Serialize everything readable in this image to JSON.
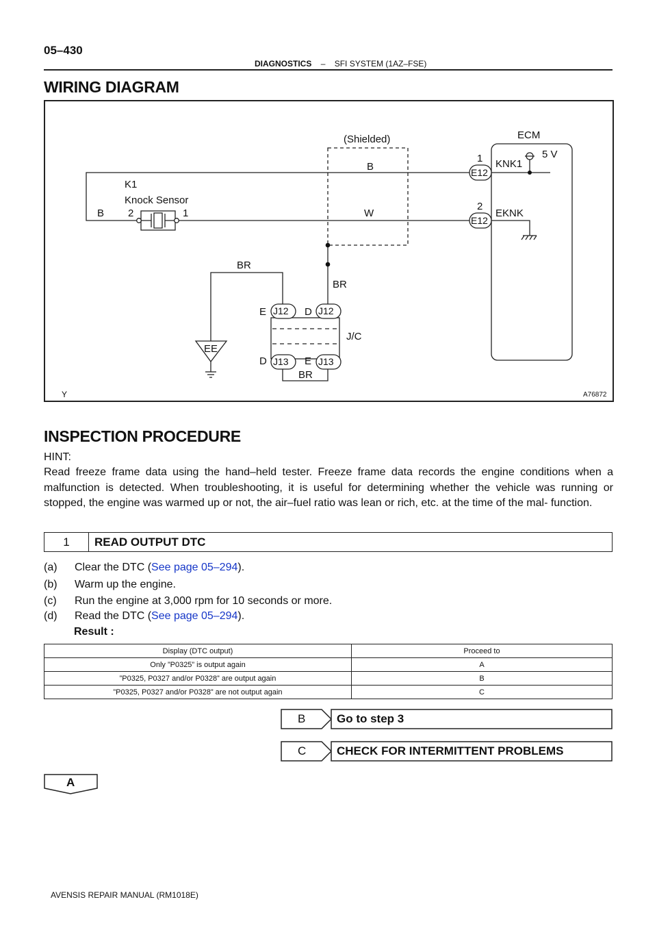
{
  "header": {
    "page_number": "05–430",
    "section": "DIAGNOSTICS",
    "dash": "–",
    "subsection": "SFI SYSTEM (1AZ–FSE)"
  },
  "wiring": {
    "heading": "WIRING DIAGRAM",
    "figure_id": "A76872",
    "corner_mark": "Y",
    "shield_label": "(Shielded)",
    "ecm_label": "ECM",
    "voltage_label": "5 V",
    "sensor_code": "K1",
    "sensor_name": "Knock Sensor",
    "sensor_pin_2": "2",
    "sensor_pin_1": "1",
    "wire_b_left": "B",
    "wire_b_top": "B",
    "wire_w": "W",
    "pin_knk1_num": "1",
    "pin_eknk_num": "2",
    "conn_e12_top": "E12",
    "conn_e12_bottom": "E12",
    "signal_knk1": "KNK1",
    "signal_eknk": "EKNK",
    "wire_br_left": "BR",
    "wire_br_right": "BR",
    "wire_br_bottom": "BR",
    "ground_label": "EE",
    "jc_label": "J/C",
    "jc_e_top": "E",
    "jc_d_top": "D",
    "jc_d_bottom": "D",
    "jc_e_bottom": "E",
    "conn_j12_left": "J12",
    "conn_j12_right": "J12",
    "conn_j13_left": "J13",
    "conn_j13_right": "J13"
  },
  "inspection": {
    "heading": "INSPECTION PROCEDURE",
    "hint_label": "HINT:",
    "hint_text": "Read freeze frame data using the hand–held tester. Freeze frame data records the engine conditions when a malfunction is detected. When troubleshooting, it is useful for determining whether the vehicle was running or stopped, the engine was warmed up or not, the air–fuel ratio was lean or rich, etc. at the time of the mal- function."
  },
  "step1": {
    "number": "1",
    "title": "READ OUTPUT DTC",
    "substeps": [
      {
        "label": "(a)",
        "before": "Clear the DTC (",
        "link": "See page 05–294",
        "after": ")."
      },
      {
        "label": "(b)",
        "before": "Warm up the engine.",
        "link": "",
        "after": ""
      },
      {
        "label": "(c)",
        "before": "Run the engine at 3,000 rpm for 10 seconds or more.",
        "link": "",
        "after": ""
      },
      {
        "label": "(d)",
        "before": "Read the DTC (",
        "link": "See page 05–294",
        "after": ")."
      }
    ],
    "result_label": "Result :",
    "table": {
      "headers": [
        "Display (DTC output)",
        "Proceed to"
      ],
      "rows": [
        [
          "Only ”P0325” is output again",
          "A"
        ],
        [
          "”P0325, P0327 and/or P0328” are output again",
          "B"
        ],
        [
          "”P0325, P0327 and/or P0328” are not output again",
          "C"
        ]
      ]
    }
  },
  "branches": {
    "b_symbol": "B",
    "b_text": "Go to step 3",
    "c_symbol": "C",
    "c_text": "CHECK FOR INTERMITTENT PROBLEMS",
    "a_symbol": "A"
  },
  "footer": {
    "manual": "AVENSIS REPAIR MANUAL   (RM1018E)"
  }
}
